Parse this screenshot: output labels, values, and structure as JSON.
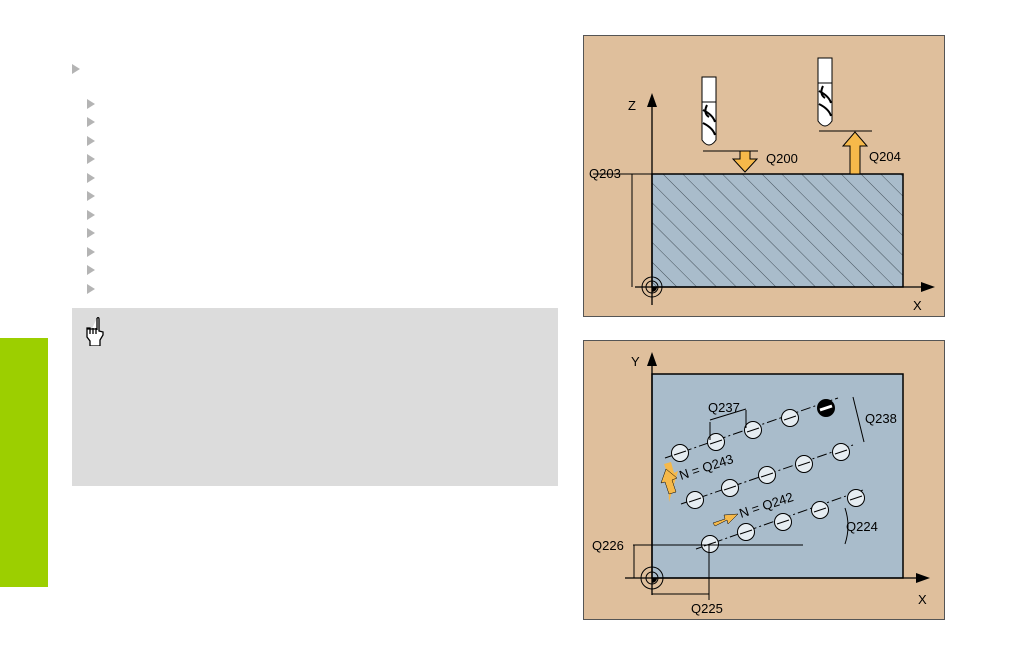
{
  "figure_top": {
    "axis_z": "Z",
    "axis_x": "X",
    "labels": {
      "q200": "Q200",
      "q204": "Q204",
      "q203": "Q203"
    }
  },
  "figure_bottom": {
    "axis_y": "Y",
    "axis_x": "X",
    "labels": {
      "q237": "Q237",
      "q238": "Q238",
      "q243": "N = Q243",
      "q242": "N = Q242",
      "q224": "Q224",
      "q226": "Q226",
      "q225": "Q225"
    }
  },
  "colors": {
    "sidebar_green": "#9ccf00",
    "figure_bg": "#dfbf9c",
    "workpiece": "#a9bccb",
    "arrow": "#f6b94a",
    "note_bg": "#dcdcdc"
  },
  "icons": [
    "bullet-triangle-icon",
    "hand-pointer-icon"
  ]
}
